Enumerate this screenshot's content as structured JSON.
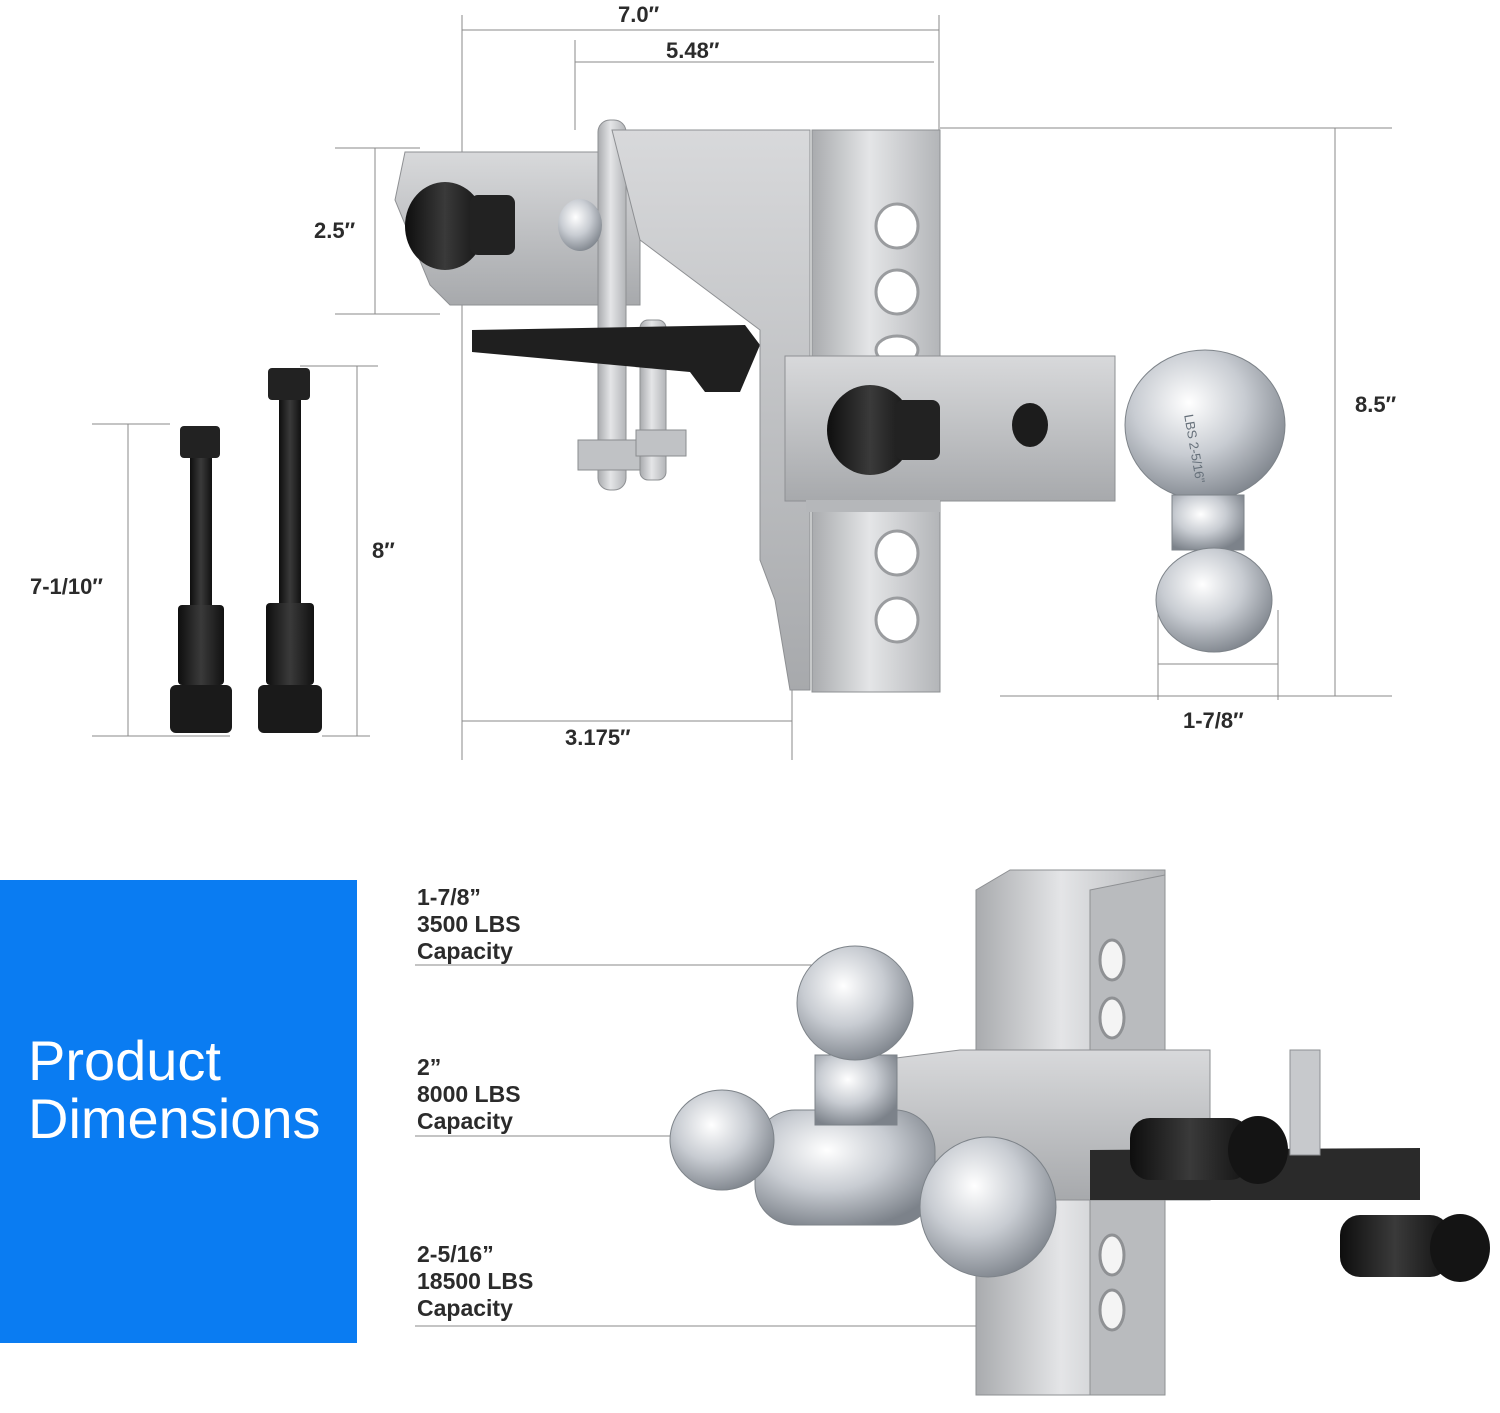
{
  "dimensions": {
    "overall_length": "7.0″",
    "hole_span": "5.48″",
    "shank_height": "2.5″",
    "overall_height": "8.5″",
    "long_pin_length": "8″",
    "short_pin_length": "7-1/10″",
    "shank_offset": "3.175″",
    "ball_diameter": "1-7/8″"
  },
  "panel": {
    "title_line1": "Product",
    "title_line2": "Dimensions",
    "background": "#0a7cf2"
  },
  "callouts": [
    {
      "size": "1-7/8”",
      "rating": "3500 LBS",
      "label": "Capacity"
    },
    {
      "size": "2”",
      "rating": "8000 LBS",
      "label": "Capacity"
    },
    {
      "size": "2-5/16”",
      "rating": "18500 LBS",
      "label": "Capacity"
    }
  ],
  "icons": {
    "top": "tri-ball-hitch-side-view",
    "pins": "hitch-pin-lock",
    "bottom": "tri-ball-hitch-perspective"
  },
  "colors": {
    "aluminum": "#c9cacc",
    "black_parts": "#1c1c1c",
    "chrome": "#e3e5e8"
  }
}
